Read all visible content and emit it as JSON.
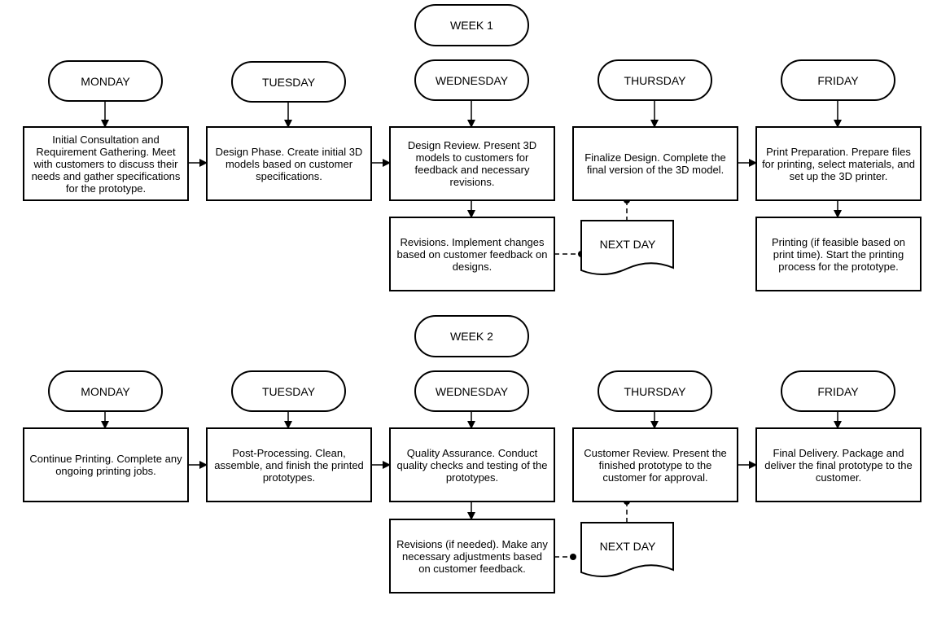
{
  "week1": {
    "title": "WEEK 1",
    "days": [
      {
        "day": "MONDAY",
        "task": "Initial Consultation and Requirement Gathering. Meet with customers to discuss their needs and gather specifications for the prototype."
      },
      {
        "day": "TUESDAY",
        "task": "Design Phase. Create initial 3D models based on customer specifications."
      },
      {
        "day": "WEDNESDAY",
        "task": "Design Review. Present 3D models to customers for feedback and necessary revisions.",
        "sub": "Revisions. Implement changes based on customer feedback on designs."
      },
      {
        "day": "THURSDAY",
        "task": "Finalize Design. Complete the final version of the 3D model."
      },
      {
        "day": "FRIDAY",
        "task": "Print Preparation. Prepare files for printing, select materials, and set up the 3D printer.",
        "sub": "Printing (if feasible based on print time). Start the printing process for the prototype."
      }
    ],
    "note": "NEXT DAY"
  },
  "week2": {
    "title": "WEEK 2",
    "days": [
      {
        "day": "MONDAY",
        "task": "Continue Printing. Complete any ongoing printing jobs."
      },
      {
        "day": "TUESDAY",
        "task": "Post-Processing. Clean, assemble, and finish the printed prototypes."
      },
      {
        "day": "WEDNESDAY",
        "task": "Quality Assurance. Conduct quality checks and testing of the prototypes.",
        "sub": "Revisions (if needed). Make any necessary adjustments based on customer feedback."
      },
      {
        "day": "THURSDAY",
        "task": "Customer Review. Present the finished prototype to the customer for approval."
      },
      {
        "day": "FRIDAY",
        "task": "Final Delivery. Package and deliver the final prototype to the customer."
      }
    ],
    "note": "NEXT DAY"
  }
}
